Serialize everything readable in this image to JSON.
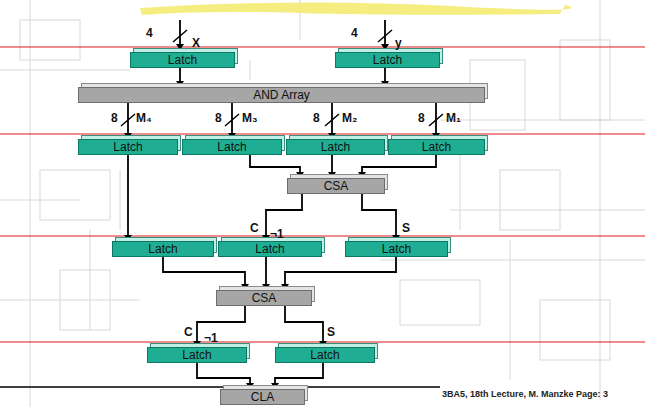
{
  "diagram": {
    "nodes": [
      {
        "text": [
          "Latch"
        ]
      },
      {
        "text": [
          "Latch"
        ]
      },
      {
        "text": [
          "AND Array"
        ]
      },
      {
        "text": [
          "Latch"
        ]
      },
      {
        "text": [
          "Latch"
        ]
      },
      {
        "text": [
          "Latch"
        ]
      },
      {
        "text": [
          "Latch"
        ]
      },
      {
        "text": [
          "CSA"
        ]
      },
      {
        "text": [
          "Latch"
        ]
      },
      {
        "text": [
          "Latch"
        ]
      },
      {
        "text": [
          "Latch"
        ]
      },
      {
        "text": [
          "CSA"
        ]
      },
      {
        "text": [
          "Latch"
        ]
      },
      {
        "text": [
          "Latch"
        ]
      },
      {
        "text": [
          "CLA"
        ]
      }
    ],
    "edges": [
      {
        "from": 0,
        "to": 2,
        "arrow": "to"
      },
      {
        "from": 1,
        "to": 2,
        "arrow": "to"
      },
      {
        "from": 2,
        "to": 3,
        "arrow": "to"
      },
      {
        "from": 2,
        "to": 4,
        "arrow": "to"
      },
      {
        "from": 2,
        "to": 5,
        "arrow": "to"
      },
      {
        "from": 2,
        "to": 6,
        "arrow": "to"
      },
      {
        "from": 3,
        "to": 8,
        "arrow": "to"
      },
      {
        "from": 4,
        "to": 7,
        "arrow": "to"
      },
      {
        "from": 5,
        "to": 7,
        "arrow": "to"
      },
      {
        "from": 6,
        "to": 7,
        "arrow": "to"
      },
      {
        "from": 7,
        "to": 9,
        "arrow": "to"
      },
      {
        "from": 7,
        "to": 10,
        "arrow": "to"
      },
      {
        "from": 8,
        "to": 11,
        "arrow": "to"
      },
      {
        "from": 9,
        "to": 11,
        "arrow": "to"
      },
      {
        "from": 10,
        "to": 11,
        "arrow": "to"
      },
      {
        "from": 11,
        "to": 12,
        "arrow": "to"
      },
      {
        "from": 11,
        "to": 13,
        "arrow": "to"
      },
      {
        "from": 12,
        "to": 14,
        "arrow": "to"
      },
      {
        "from": 13,
        "to": 14,
        "arrow": "to"
      }
    ],
    "labels": [
      "4",
      "X",
      "4",
      "y",
      "8",
      "M₄",
      "8",
      "M₃",
      "8",
      "M₂",
      "8",
      "M₁",
      "C",
      "¬1",
      "S",
      "C",
      "¬1",
      "S",
      "3BA5, 18th Lecture, M. Manzke Page: 3"
    ]
  }
}
